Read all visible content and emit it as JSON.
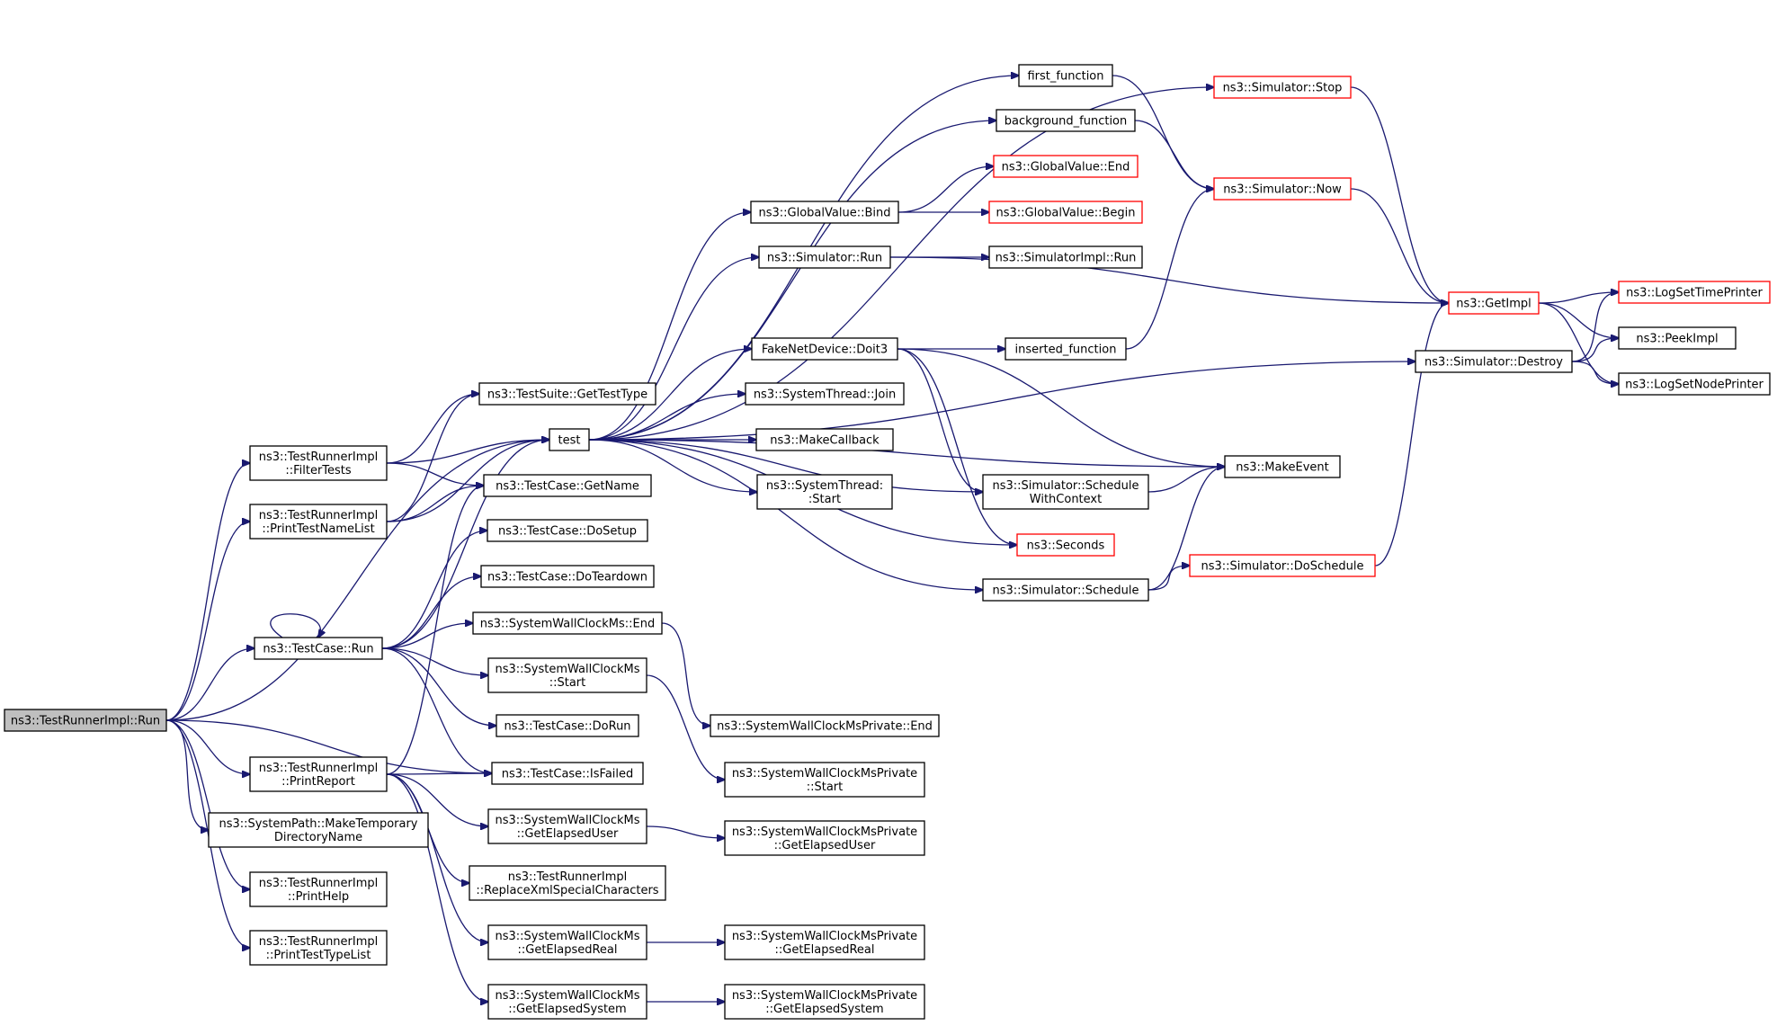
{
  "nodes": [
    {
      "id": "root",
      "lines": [
        "ns3::TestRunnerImpl::Run"
      ],
      "style": "root"
    },
    {
      "id": "filtertests",
      "lines": [
        "ns3::TestRunnerImpl",
        "::FilterTests"
      ]
    },
    {
      "id": "printtestnamelist",
      "lines": [
        "ns3::TestRunnerImpl",
        "::PrintTestNameList"
      ]
    },
    {
      "id": "testcase_run",
      "lines": [
        "ns3::TestCase::Run"
      ]
    },
    {
      "id": "printreport",
      "lines": [
        "ns3::TestRunnerImpl",
        "::PrintReport"
      ]
    },
    {
      "id": "maketempdir",
      "lines": [
        "ns3::SystemPath::MakeTemporary",
        "DirectoryName"
      ]
    },
    {
      "id": "printhelp",
      "lines": [
        "ns3::TestRunnerImpl",
        "::PrintHelp"
      ]
    },
    {
      "id": "printtesttypelist",
      "lines": [
        "ns3::TestRunnerImpl",
        "::PrintTestTypeList"
      ]
    },
    {
      "id": "gettesttype",
      "lines": [
        "ns3::TestSuite::GetTestType"
      ]
    },
    {
      "id": "test",
      "lines": [
        "test"
      ]
    },
    {
      "id": "getname",
      "lines": [
        "ns3::TestCase::GetName"
      ]
    },
    {
      "id": "dosetup",
      "lines": [
        "ns3::TestCase::DoSetup"
      ]
    },
    {
      "id": "doteardown",
      "lines": [
        "ns3::TestCase::DoTeardown"
      ]
    },
    {
      "id": "swc_end",
      "lines": [
        "ns3::SystemWallClockMs::End"
      ]
    },
    {
      "id": "swc_start",
      "lines": [
        "ns3::SystemWallClockMs",
        "::Start"
      ]
    },
    {
      "id": "dorun",
      "lines": [
        "ns3::TestCase::DoRun"
      ]
    },
    {
      "id": "isfailed",
      "lines": [
        "ns3::TestCase::IsFailed"
      ]
    },
    {
      "id": "swc_geteluser",
      "lines": [
        "ns3::SystemWallClockMs",
        "::GetElapsedUser"
      ]
    },
    {
      "id": "replacexml",
      "lines": [
        "ns3::TestRunnerImpl",
        "::ReplaceXmlSpecialCharacters"
      ]
    },
    {
      "id": "swc_getelreal",
      "lines": [
        "ns3::SystemWallClockMs",
        "::GetElapsedReal"
      ]
    },
    {
      "id": "swc_getelsys",
      "lines": [
        "ns3::SystemWallClockMs",
        "::GetElapsedSystem"
      ]
    },
    {
      "id": "first_function",
      "lines": [
        "first_function"
      ]
    },
    {
      "id": "background_function",
      "lines": [
        "background_function"
      ]
    },
    {
      "id": "gv_bind",
      "lines": [
        "ns3::GlobalValue::Bind"
      ]
    },
    {
      "id": "sim_run",
      "lines": [
        "ns3::Simulator::Run"
      ]
    },
    {
      "id": "doit3",
      "lines": [
        "FakeNetDevice::Doit3"
      ]
    },
    {
      "id": "st_join",
      "lines": [
        "ns3::SystemThread::Join"
      ]
    },
    {
      "id": "makecallback",
      "lines": [
        "ns3::MakeCallback"
      ]
    },
    {
      "id": "st_start",
      "lines": [
        "ns3::SystemThread:",
        ":Start"
      ]
    },
    {
      "id": "sim_swc",
      "lines": [
        "ns3::Simulator::Schedule",
        "WithContext"
      ]
    },
    {
      "id": "seconds",
      "lines": [
        "ns3::Seconds"
      ],
      "style": "red"
    },
    {
      "id": "sim_schedule",
      "lines": [
        "ns3::Simulator::Schedule"
      ]
    },
    {
      "id": "swcp_end",
      "lines": [
        "ns3::SystemWallClockMsPrivate::End"
      ]
    },
    {
      "id": "swcp_start",
      "lines": [
        "ns3::SystemWallClockMsPrivate",
        "::Start"
      ]
    },
    {
      "id": "swcp_geteluser",
      "lines": [
        "ns3::SystemWallClockMsPrivate",
        "::GetElapsedUser"
      ]
    },
    {
      "id": "swcp_getelreal",
      "lines": [
        "ns3::SystemWallClockMsPrivate",
        "::GetElapsedReal"
      ]
    },
    {
      "id": "swcp_getelsys",
      "lines": [
        "ns3::SystemWallClockMsPrivate",
        "::GetElapsedSystem"
      ]
    },
    {
      "id": "gv_end",
      "lines": [
        "ns3::GlobalValue::End"
      ],
      "style": "red"
    },
    {
      "id": "gv_begin",
      "lines": [
        "ns3::GlobalValue::Begin"
      ],
      "style": "red"
    },
    {
      "id": "simimpl_run",
      "lines": [
        "ns3::SimulatorImpl::Run"
      ]
    },
    {
      "id": "inserted_function",
      "lines": [
        "inserted_function"
      ]
    },
    {
      "id": "sim_stop",
      "lines": [
        "ns3::Simulator::Stop"
      ],
      "style": "red"
    },
    {
      "id": "sim_now",
      "lines": [
        "ns3::Simulator::Now"
      ],
      "style": "red"
    },
    {
      "id": "makeevent",
      "lines": [
        "ns3::MakeEvent"
      ]
    },
    {
      "id": "sim_doschedule",
      "lines": [
        "ns3::Simulator::DoSchedule"
      ],
      "style": "red"
    },
    {
      "id": "getimpl",
      "lines": [
        "ns3::GetImpl"
      ],
      "style": "red"
    },
    {
      "id": "sim_destroy",
      "lines": [
        "ns3::Simulator::Destroy"
      ]
    },
    {
      "id": "logsettimeprinter",
      "lines": [
        "ns3::LogSetTimePrinter"
      ],
      "style": "red"
    },
    {
      "id": "peekimpl",
      "lines": [
        "ns3::PeekImpl"
      ]
    },
    {
      "id": "logsetnodeprinter",
      "lines": [
        "ns3::LogSetNodePrinter"
      ]
    }
  ],
  "edges": [
    [
      "root",
      "filtertests"
    ],
    [
      "root",
      "printtestnamelist"
    ],
    [
      "root",
      "testcase_run"
    ],
    [
      "root",
      "printreport"
    ],
    [
      "root",
      "maketempdir"
    ],
    [
      "root",
      "printhelp"
    ],
    [
      "root",
      "printtesttypelist"
    ],
    [
      "root",
      "test"
    ],
    [
      "root",
      "isfailed"
    ],
    [
      "filtertests",
      "gettesttype"
    ],
    [
      "filtertests",
      "getname"
    ],
    [
      "filtertests",
      "test"
    ],
    [
      "printtestnamelist",
      "gettesttype"
    ],
    [
      "printtestnamelist",
      "getname"
    ],
    [
      "printtestnamelist",
      "test"
    ],
    [
      "testcase_run",
      "testcase_run"
    ],
    [
      "testcase_run",
      "dosetup"
    ],
    [
      "testcase_run",
      "doteardown"
    ],
    [
      "testcase_run",
      "swc_end"
    ],
    [
      "testcase_run",
      "swc_start"
    ],
    [
      "testcase_run",
      "dorun"
    ],
    [
      "testcase_run",
      "isfailed"
    ],
    [
      "testcase_run",
      "test"
    ],
    [
      "printreport",
      "isfailed"
    ],
    [
      "printreport",
      "swc_geteluser"
    ],
    [
      "printreport",
      "replacexml"
    ],
    [
      "printreport",
      "swc_getelreal"
    ],
    [
      "printreport",
      "swc_getelsys"
    ],
    [
      "printreport",
      "getname"
    ],
    [
      "test",
      "first_function"
    ],
    [
      "test",
      "background_function"
    ],
    [
      "test",
      "gv_bind"
    ],
    [
      "test",
      "sim_run"
    ],
    [
      "test",
      "doit3"
    ],
    [
      "test",
      "st_join"
    ],
    [
      "test",
      "makecallback"
    ],
    [
      "test",
      "st_start"
    ],
    [
      "test",
      "sim_swc"
    ],
    [
      "test",
      "seconds"
    ],
    [
      "test",
      "sim_schedule"
    ],
    [
      "test",
      "sim_stop"
    ],
    [
      "test",
      "makeevent"
    ],
    [
      "test",
      "sim_destroy"
    ],
    [
      "swc_end",
      "swcp_end"
    ],
    [
      "swc_start",
      "swcp_start"
    ],
    [
      "swc_geteluser",
      "swcp_geteluser"
    ],
    [
      "swc_getelreal",
      "swcp_getelreal"
    ],
    [
      "swc_getelsys",
      "swcp_getelsys"
    ],
    [
      "first_function",
      "sim_now"
    ],
    [
      "background_function",
      "sim_now"
    ],
    [
      "gv_bind",
      "gv_end"
    ],
    [
      "gv_bind",
      "gv_begin"
    ],
    [
      "sim_run",
      "simimpl_run"
    ],
    [
      "sim_run",
      "getimpl"
    ],
    [
      "doit3",
      "inserted_function"
    ],
    [
      "doit3",
      "makeevent"
    ],
    [
      "doit3",
      "sim_swc"
    ],
    [
      "doit3",
      "seconds"
    ],
    [
      "inserted_function",
      "sim_now"
    ],
    [
      "sim_swc",
      "makeevent"
    ],
    [
      "sim_schedule",
      "makeevent"
    ],
    [
      "sim_schedule",
      "sim_doschedule"
    ],
    [
      "sim_doschedule",
      "getimpl"
    ],
    [
      "sim_stop",
      "getimpl"
    ],
    [
      "sim_now",
      "getimpl"
    ],
    [
      "getimpl",
      "logsettimeprinter"
    ],
    [
      "getimpl",
      "peekimpl"
    ],
    [
      "getimpl",
      "logsetnodeprinter"
    ],
    [
      "sim_destroy",
      "logsettimeprinter"
    ],
    [
      "sim_destroy",
      "peekimpl"
    ],
    [
      "sim_destroy",
      "logsetnodeprinter"
    ]
  ]
}
